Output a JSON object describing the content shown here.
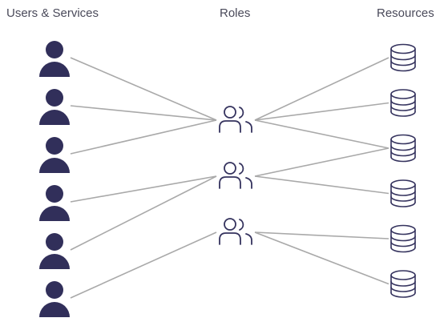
{
  "titles": {
    "users": "Users & Services",
    "roles": "Roles",
    "resources": "Resources"
  },
  "colors": {
    "user": "#312f5a",
    "connector": "#a9a9a9",
    "role": "#35335e",
    "resource": "#35335e",
    "text": "#4a4a5a"
  },
  "icons": {
    "user": "person-icon",
    "role": "group-icon",
    "resource": "database-icon"
  },
  "users": [
    "user-1",
    "user-2",
    "user-3",
    "user-4",
    "user-5",
    "user-6"
  ],
  "roles": [
    "role-1",
    "role-2",
    "role-3"
  ],
  "resources": [
    "resource-1",
    "resource-2",
    "resource-3",
    "resource-4",
    "resource-5",
    "resource-6"
  ],
  "user_role_links": [
    [
      0,
      0
    ],
    [
      1,
      0
    ],
    [
      2,
      0
    ],
    [
      3,
      1
    ],
    [
      4,
      1
    ],
    [
      5,
      2
    ]
  ],
  "role_resource_links": [
    [
      0,
      0
    ],
    [
      0,
      1
    ],
    [
      0,
      2
    ],
    [
      1,
      2
    ],
    [
      1,
      3
    ],
    [
      2,
      4
    ],
    [
      2,
      5
    ]
  ]
}
